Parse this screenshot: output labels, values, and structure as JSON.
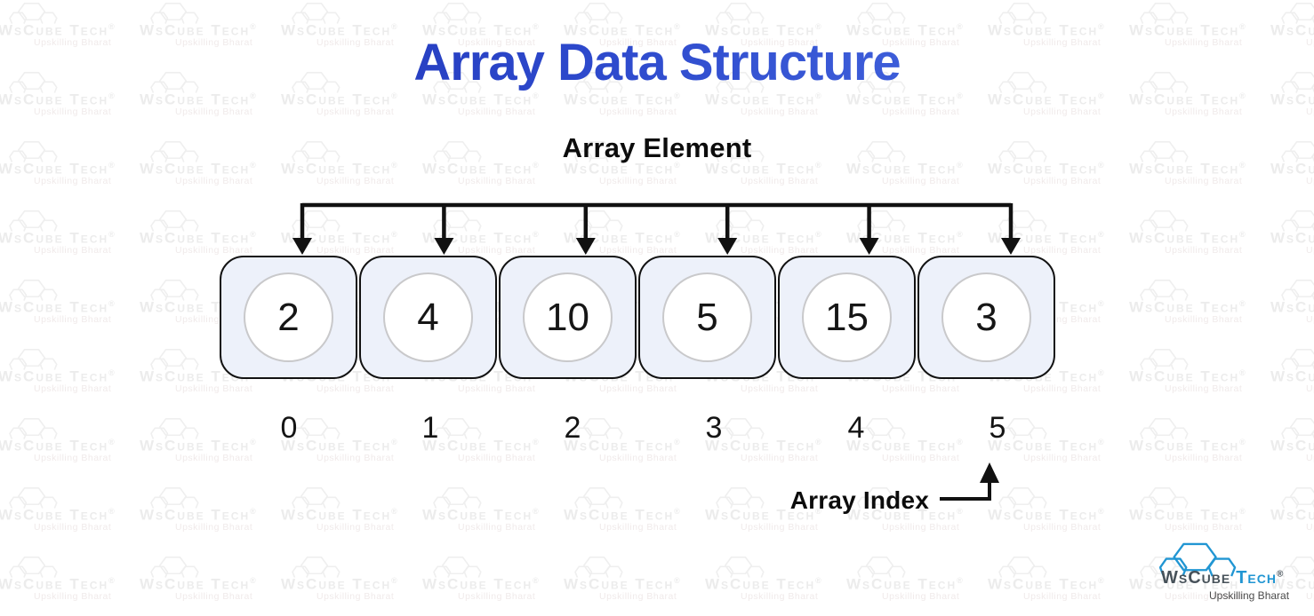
{
  "title": "Array Data Structure",
  "labels": {
    "element": "Array Element",
    "index": "Array Index"
  },
  "array": {
    "values": [
      "2",
      "4",
      "10",
      "5",
      "15",
      "3"
    ],
    "indices": [
      "0",
      "1",
      "2",
      "3",
      "4",
      "5"
    ]
  },
  "watermark": {
    "brand": "WsCube Tech",
    "registered": "®",
    "tagline": "Upskilling Bharat"
  },
  "logo": {
    "brand_ws": "WsCube",
    "brand_tech": "Tech",
    "registered": "®",
    "tagline": "Upskilling Bharat"
  },
  "colors": {
    "title_gradient_from": "#1a2cae",
    "title_gradient_to": "#5278ea",
    "box_fill": "#edf1fa",
    "box_border": "#121212",
    "circle_border": "#c9c9cb",
    "arrow_black": "#111111",
    "logo_blue": "#2196d3",
    "logo_dark": "#47525a"
  }
}
